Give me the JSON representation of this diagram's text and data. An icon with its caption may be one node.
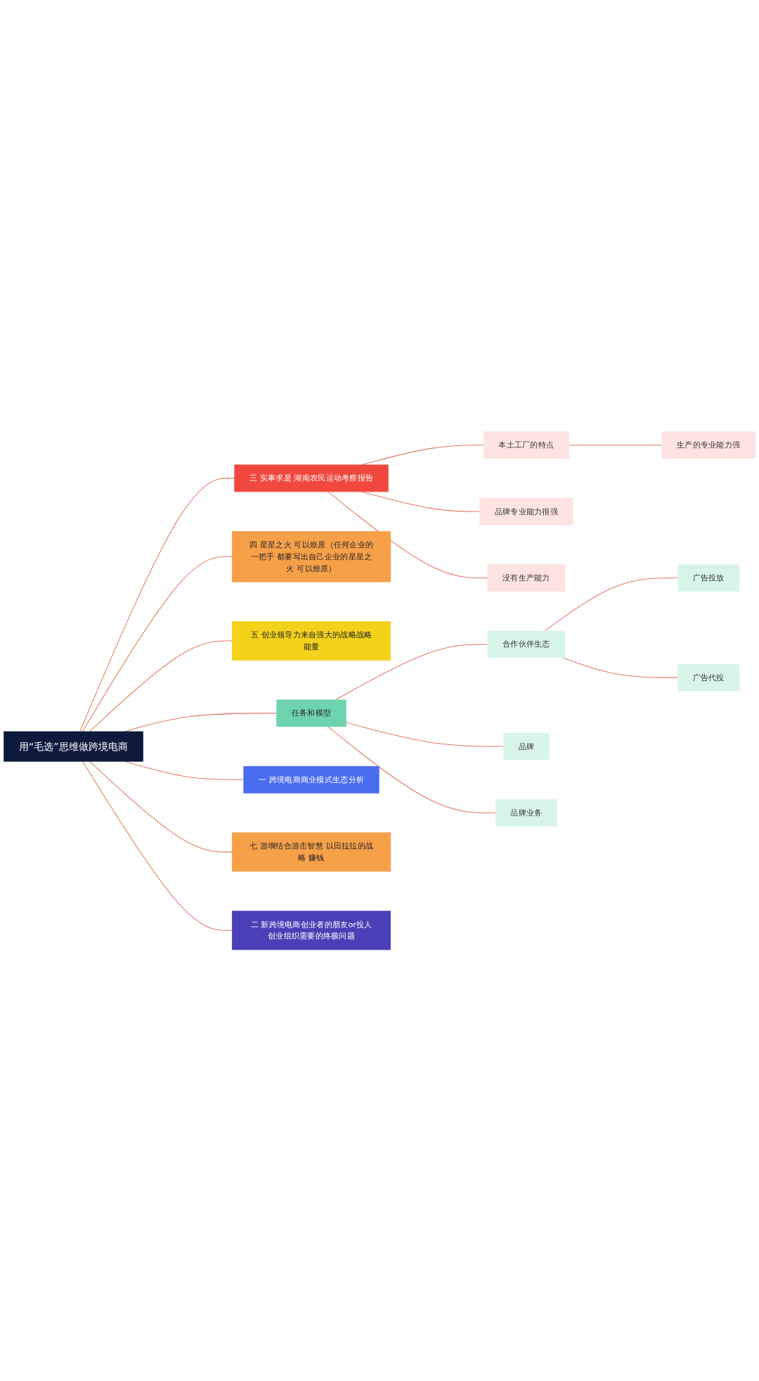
{
  "diagram": {
    "nodes": [
      {
        "text": [
          "用“毛选”思维做跨境电商"
        ]
      },
      {
        "text": [
          "三 实事求是 湖南农民运动考察报告"
        ]
      },
      {
        "text": [
          "四 星星之火 可以燎原（任何企业的一把手 都要写出自己企业的星星之火 可以燎原）"
        ]
      },
      {
        "text": [
          "五 创业领导力来自强大的战略战略能量"
        ]
      },
      {
        "text": [
          "任务和模型"
        ]
      },
      {
        "text": [
          "一 跨境电商商业模式生态分析"
        ]
      },
      {
        "text": [
          "七 游增结合游击智慧 以田拉拉的战略 赚钱"
        ]
      },
      {
        "text": [
          "二 新跨境电商创业者的朋友or投人创业组织需要的终极问题"
        ]
      },
      {
        "text": [
          "本土工厂的特点"
        ]
      },
      {
        "text": [
          "品牌专业能力很强"
        ]
      },
      {
        "text": [
          "没有生产能力"
        ]
      },
      {
        "text": [
          "生产的专业能力强"
        ]
      },
      {
        "text": [
          "合作伙伴生态"
        ]
      },
      {
        "text": [
          "广告投放"
        ]
      },
      {
        "text": [
          "广告代投"
        ]
      },
      {
        "text": [
          "品牌"
        ]
      },
      {
        "text": [
          "品牌业务"
        ]
      }
    ],
    "edges": [
      {
        "from": 0,
        "to": 1,
        "arrow": "none"
      },
      {
        "from": 0,
        "to": 2,
        "arrow": "none"
      },
      {
        "from": 0,
        "to": 3,
        "arrow": "none"
      },
      {
        "from": 0,
        "to": 4,
        "arrow": "none"
      },
      {
        "from": 0,
        "to": 5,
        "arrow": "none"
      },
      {
        "from": 0,
        "to": 6,
        "arrow": "none"
      },
      {
        "from": 0,
        "to": 7,
        "arrow": "none"
      },
      {
        "from": 1,
        "to": 9,
        "arrow": "none"
      },
      {
        "from": 1,
        "to": 10,
        "arrow": "none"
      },
      {
        "from": 1,
        "to": 8,
        "arrow": "none"
      },
      {
        "from": 8,
        "to": 11,
        "arrow": "none"
      },
      {
        "from": 4,
        "to": 12,
        "arrow": "none"
      },
      {
        "from": 12,
        "to": 13,
        "arrow": "none"
      },
      {
        "from": 12,
        "to": 14,
        "arrow": "none"
      },
      {
        "from": 4,
        "to": 15,
        "arrow": "none"
      },
      {
        "from": 4,
        "to": 16,
        "arrow": "none"
      }
    ]
  }
}
